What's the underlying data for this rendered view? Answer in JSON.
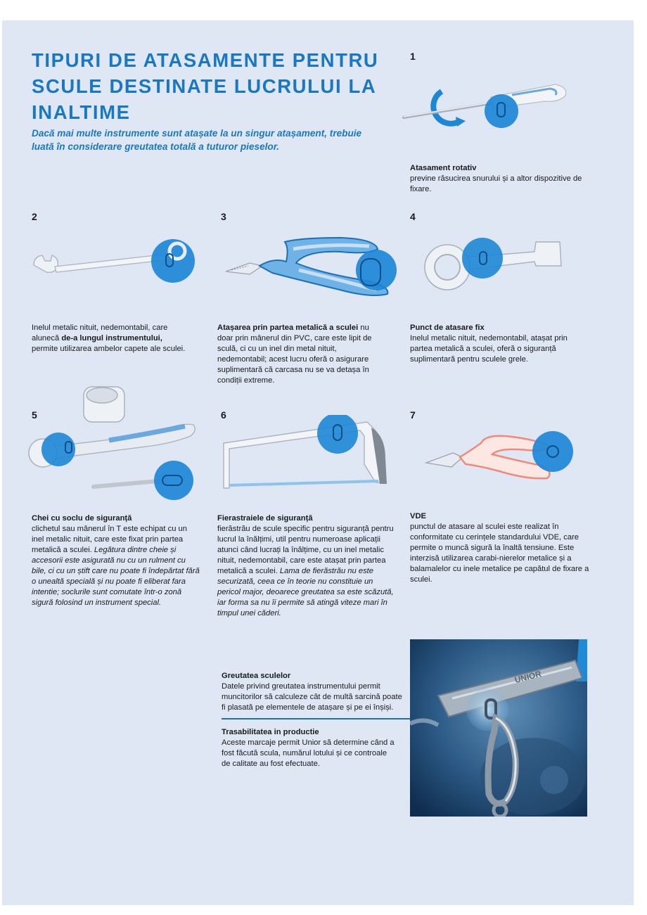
{
  "header": {
    "title": "TIPURI DE ATASAMENTE PENTRU SCULE DESTINATE LUCRULUI LA INALTIME",
    "subtitle": "Dacă mai multe instrumente sunt atașate la un singur atașament, trebuie luată în considerare greutatea totală a tuturor pieselor."
  },
  "colors": {
    "accent": "#1a78c2",
    "page_bg": "#dfe7f4",
    "highlight_circle": "#1d87d6"
  },
  "items": [
    {
      "number": "1",
      "heading": "Atasament rotativ",
      "body": "previne răsucirea snurului și a altor dispozitive de fixare.",
      "icon": "screwdriver-icon"
    },
    {
      "number": "2",
      "body_pre": "Inelul metalic nituit, nedemontabil, care alunecă ",
      "body_bold": "de-a lungul instrumentului,",
      "body_post": " permite utilizarea ambelor capete ale sculei.",
      "icon": "wrench-icon"
    },
    {
      "number": "3",
      "body_bold": "Atașarea prin partea metalică a sculei",
      "body_post": " nu doar prin mânerul din PVC, care este lipit de sculă, ci cu un inel din metal nituit, nedemontabil; acest lucru oferă o asigurare suplimentară că carcasa nu se va detașa în condiții extreme.",
      "icon": "pliers-icon"
    },
    {
      "number": "4",
      "heading": "Punct de atasare fix",
      "body": "Inelul metalic nituit, nedemontabil, atașat prin partea metalică a sculei, oferă o siguranță suplimentară pentru sculele grele.",
      "icon": "ring-wrench-icon"
    },
    {
      "number": "5",
      "heading": "Chei cu soclu de siguranță",
      "body": "clichetul sau mânerul în T este echipat cu un inel metalic nituit, care este fixat prin partea metalică a sculei. ",
      "body_italic": "Legătura dintre cheie și accesorii este asigurată nu cu un rulment cu bile, ci cu un știft care nu poate fi îndepărtat fără o unealtă specială și nu poate fi eliberat fara intentie; soclurile sunt comutate într-o zonă sigură folosind un instrument special.",
      "icon": "ratchet-icon"
    },
    {
      "number": "6",
      "heading": "Fierastraiele de siguranță",
      "body": "fierăstrău de scule specific pentru siguranță pentru lucrul la înălțimi, util pentru numeroase aplicații atunci când lucrați la înălțime, cu un inel metalic nituit, nedemontabil, care este atașat prin partea metalică a sculei. ",
      "body_italic": "Lama de fierăstrău nu este securizată, ceea ce în teorie nu constituie un pericol major, deoarece greutatea sa este scăzută, iar forma sa nu îi permite să atingă viteze mari în timpul unei căderi.",
      "icon": "hacksaw-icon"
    },
    {
      "number": "7",
      "heading": "VDE",
      "body": "punctul de atasare al sculei este realizat în conformitate cu cerințele standardului VDE, care permite o muncă sigură la înaltă tensiune. Este interzisă utilizarea carabi-nierelor metalice și a balamalelor cu inele metalice pe capătul de fixare a sculei.",
      "icon": "cutter-icon"
    }
  ],
  "notes": [
    {
      "heading": "Greutatea sculelor",
      "body": "Datele privind greutatea instrumentului permit muncitorilor să calculeze cât de multă sarcină poate fi plasată pe elementele de atașare și pe ei înșiși."
    },
    {
      "heading": "Trasabilitatea in productie",
      "body": "Aceste marcaje permit Unior să determine când a fost făcută scula, numărul lotului și ce controale de calitate au fost efectuate."
    }
  ],
  "photo": {
    "engraving": "UNIOR",
    "icon": "carabiner-photo"
  }
}
